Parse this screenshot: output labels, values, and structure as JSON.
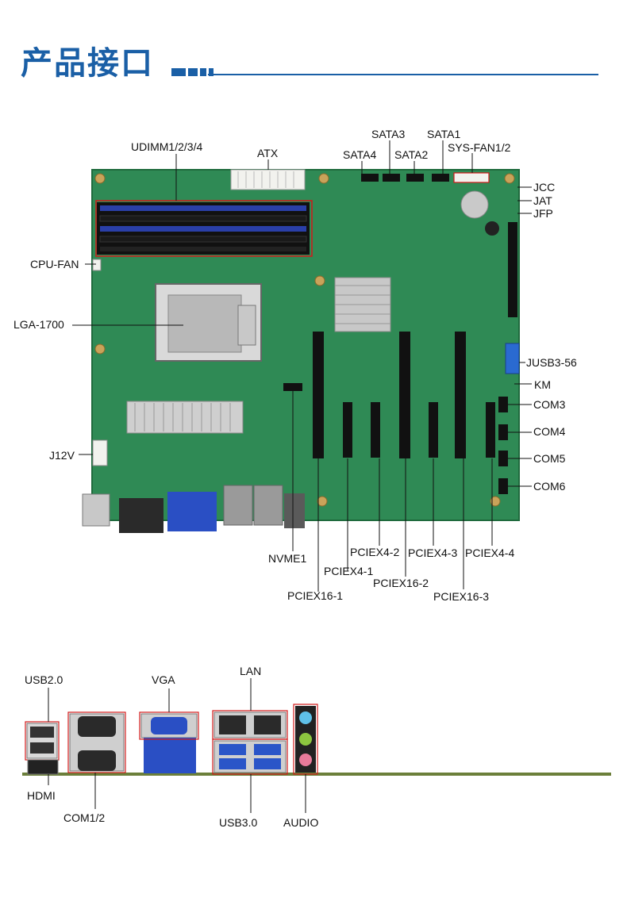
{
  "header": {
    "title": "产品接口"
  },
  "board_labels": {
    "udimm": "UDIMM1/2/3/4",
    "atx": "ATX",
    "sata4": "SATA4",
    "sata3": "SATA3",
    "sata2": "SATA2",
    "sata1": "SATA1",
    "sysfan": "SYS-FAN1/2",
    "jcc": "JCC",
    "jat": "JAT",
    "jfp": "JFP",
    "cpufan": "CPU-FAN",
    "lga": "LGA-1700",
    "jusb": "JUSB3-56",
    "km": "KM",
    "com3": "COM3",
    "com4": "COM4",
    "com5": "COM5",
    "com6": "COM6",
    "j12v": "J12V",
    "nvme": "NVME1",
    "pciex4_2": "PCIEX4-2",
    "pciex4_3": "PCIEX4-3",
    "pciex4_4": "PCIEX4-4",
    "pciex4_1": "PCIEX4-1",
    "pciex16_2": "PCIEX16-2",
    "pciex16_1": "PCIEX16-1",
    "pciex16_3": "PCIEX16-3"
  },
  "io_labels": {
    "usb2": "USB2.0",
    "vga": "VGA",
    "lan": "LAN",
    "hdmi": "HDMI",
    "com12": "COM1/2",
    "usb3": "USB3.0",
    "audio": "AUDIO"
  },
  "colors": {
    "accent": "#1a5fa6",
    "board": "#2f8a55",
    "highlight": "#d11a1a",
    "dimm": "#2a3fa8"
  }
}
